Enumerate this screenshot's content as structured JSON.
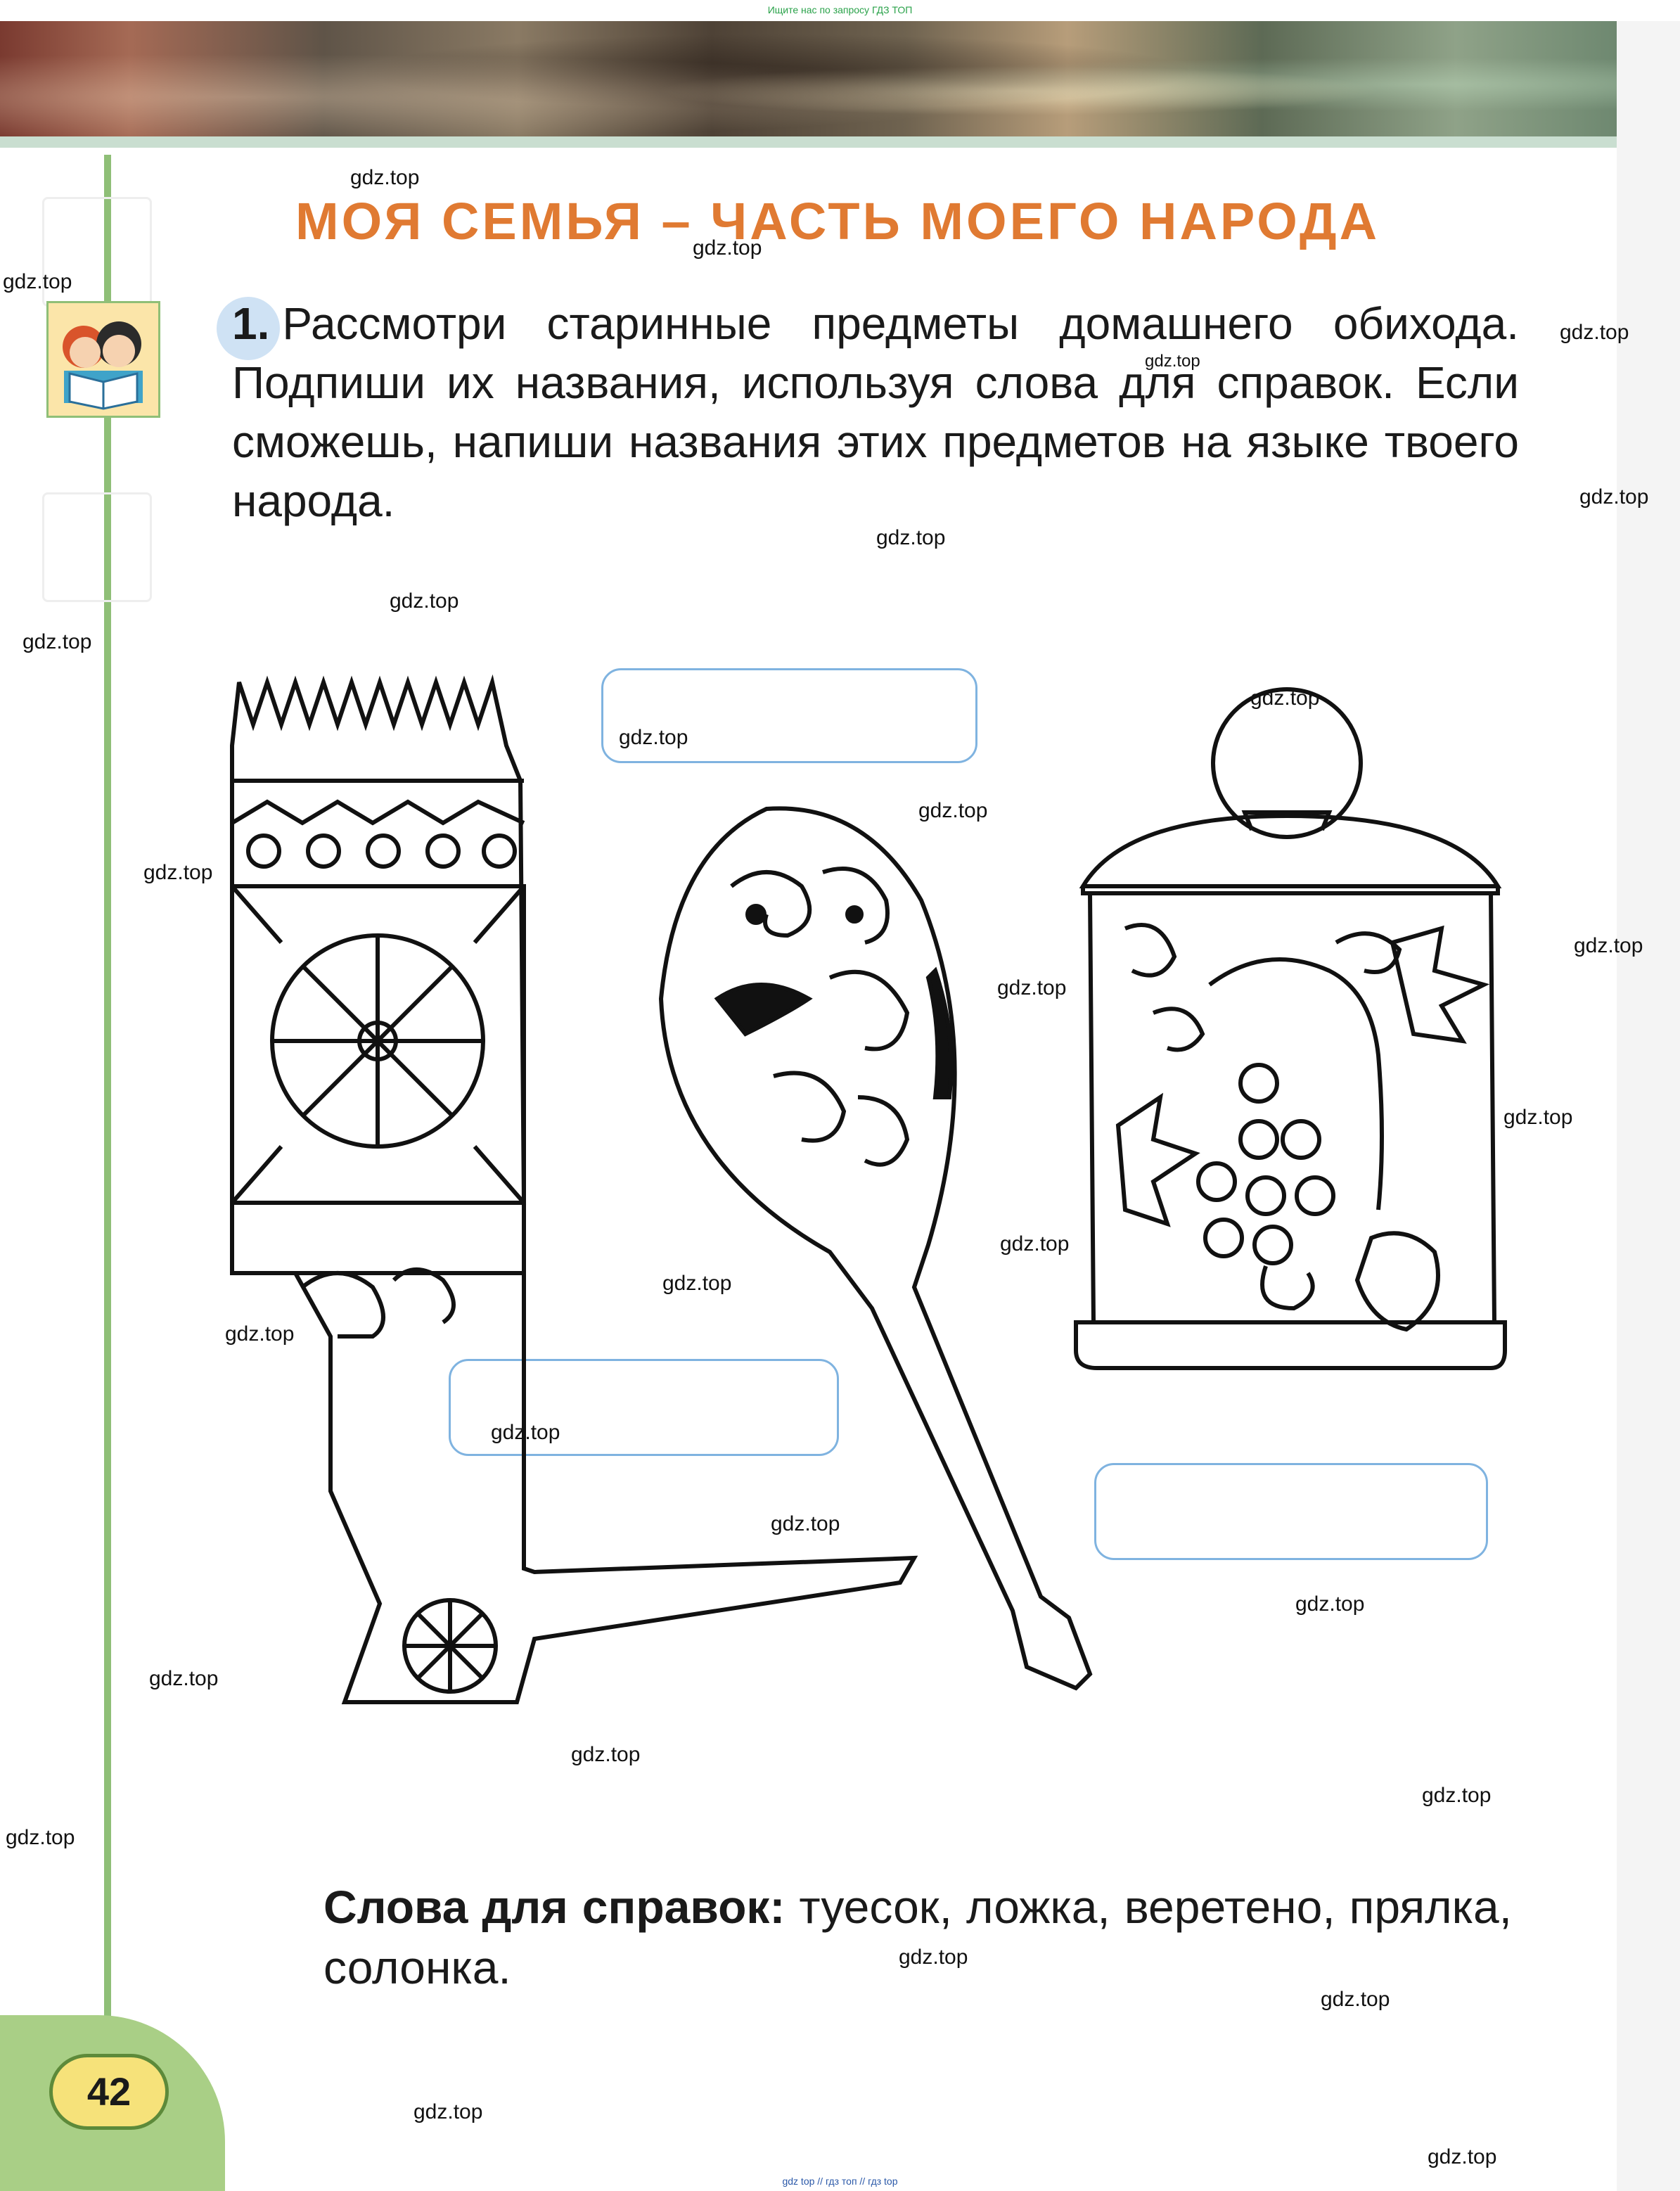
{
  "top_note": "Ищите нас по запросу ГДЗ ТОП",
  "title": "МОЯ СЕМЬЯ – ЧАСТЬ МОЕГО НАРОДА",
  "task": {
    "number": "1.",
    "text": "Рассмотри старинные предметы домашнего обихода. Подпиши их названия, используя слова для справок. Если сможешь, напиши названия этих предметов на языке твоего народа."
  },
  "reference_words": {
    "label": "Слова для справок:",
    "words": "туесок, ложка, веретено, прялка, солонка."
  },
  "page_number": "42",
  "watermark": "gdz.top",
  "bottom_note": "gdz top // гдз топ // гдз top"
}
